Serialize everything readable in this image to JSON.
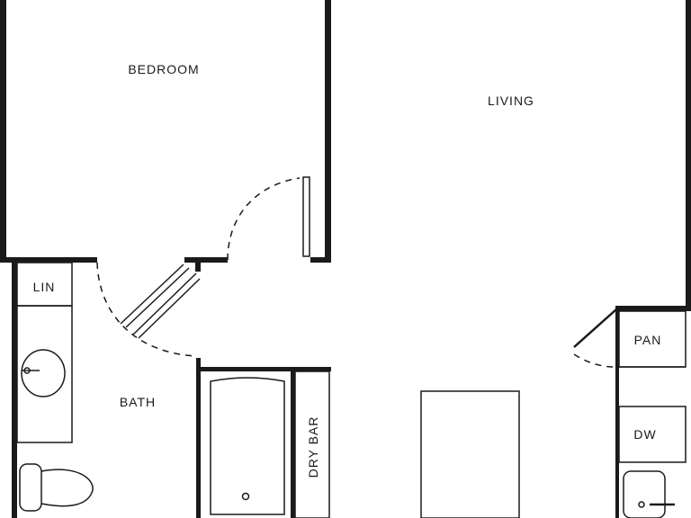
{
  "floorplan": {
    "rooms": {
      "bedroom": "BEDROOM",
      "living": "LIVING",
      "bath": "BATH"
    },
    "fixtures": {
      "linen": "LIN",
      "pantry": "PAN",
      "dishwasher": "DW",
      "dry_bar": "DRY BAR"
    },
    "colors": {
      "wall": "#1a1a1a",
      "background": "#ffffff"
    }
  }
}
